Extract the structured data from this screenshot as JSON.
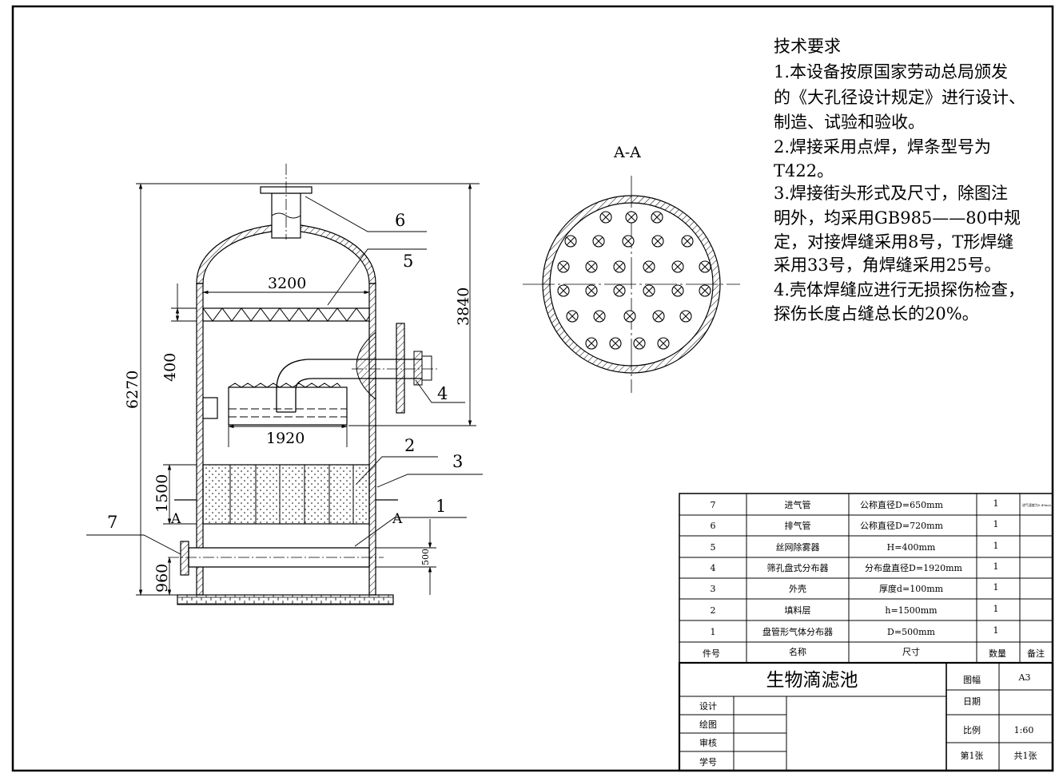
{
  "dimensions": {
    "overall_height": "6270",
    "upper_height": "3840",
    "shell_width": "3200",
    "demister_height": "400",
    "distributor_diameter": "1920",
    "packing_height": "1500",
    "bottom_height": "960",
    "pipe_height": "500"
  },
  "leaders": {
    "l1": "1",
    "l2": "2",
    "l3": "3",
    "l4": "4",
    "l5": "5",
    "l6": "6",
    "l7": "7"
  },
  "section": {
    "title": "A-A",
    "mark_left": "A",
    "mark_right": "A"
  },
  "tech_req": {
    "title": "技术要求",
    "lines": [
      "1.本设备按原国家劳动总局颁发",
      "的《大孔径设计规定》进行设计、",
      "制造、试验和验收。",
      "2.焊接采用点焊，焊条型号为",
      "T422。",
      "3.焊接街头形式及尺寸，除图注",
      "明外，均采用GB985——80中规",
      "定，对接焊缝采用8号，T形焊缝",
      "采用33号，角焊缝采用25号。",
      "4.壳体焊缝应进行无损探伤检查，",
      "探伤长度占缝总长的20%。"
    ]
  },
  "parts": {
    "rows": [
      {
        "no": "7",
        "name": "进气管",
        "size": "公称直径D=650mm",
        "qty": "1",
        "note": "进气速度为0.49m/s"
      },
      {
        "no": "6",
        "name": "排气管",
        "size": "公称直径D=720mm",
        "qty": "1",
        "note": ""
      },
      {
        "no": "5",
        "name": "丝网除雾器",
        "size": "H=400mm",
        "qty": "1",
        "note": ""
      },
      {
        "no": "4",
        "name": "筛孔盘式分布器",
        "size": "分布盘直径D=1920mm",
        "qty": "1",
        "note": ""
      },
      {
        "no": "3",
        "name": "外壳",
        "size": "厚度d=100mm",
        "qty": "1",
        "note": ""
      },
      {
        "no": "2",
        "name": "填料层",
        "size": "h=1500mm",
        "qty": "1",
        "note": ""
      },
      {
        "no": "1",
        "name": "盘管形气体分布器",
        "size": "D=500mm",
        "qty": "1",
        "note": ""
      }
    ],
    "header": {
      "no": "件号",
      "name": "名称",
      "size": "尺寸",
      "qty": "数量",
      "note": "备注"
    }
  },
  "title_block": {
    "title": "生物滴滤池",
    "design": "设计",
    "drawing": "绘图",
    "review": "审核",
    "student_no": "学号",
    "format_label": "图幅",
    "format_value": "A3",
    "date_label": "日期",
    "scale_label": "比例",
    "scale_value": "1:60",
    "sheet_no": "第1张",
    "sheet_total": "共1张"
  }
}
